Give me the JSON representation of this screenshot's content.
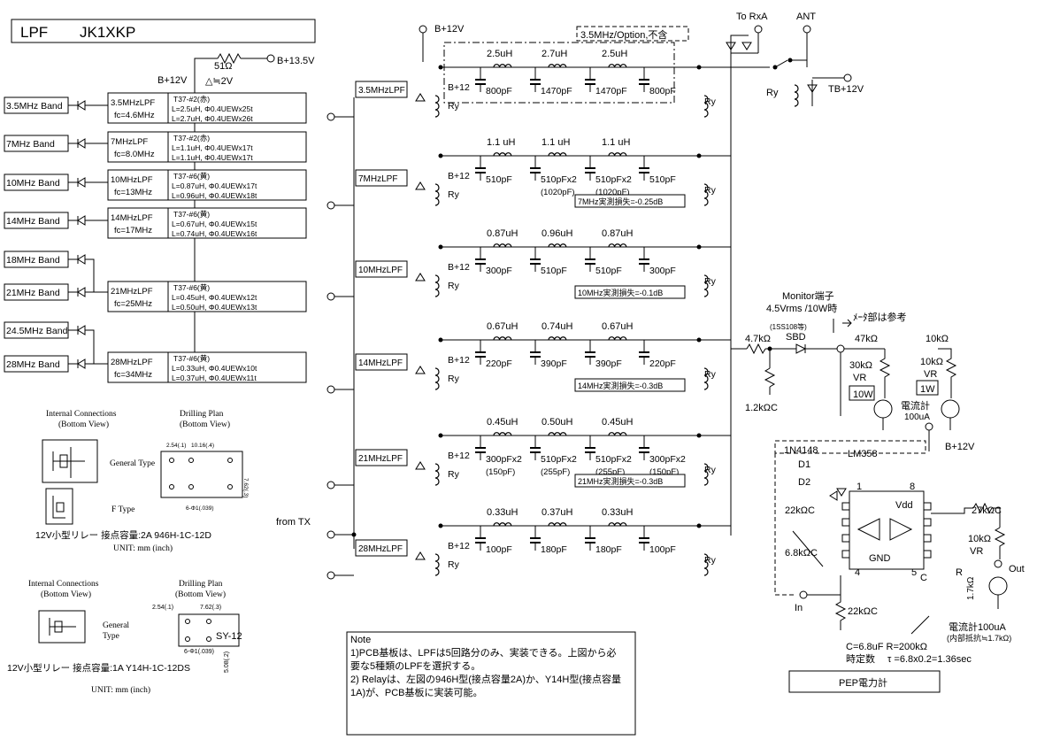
{
  "title": {
    "lpf": "LPF",
    "callsign": "JK1XKP"
  },
  "supply": {
    "b12v": "B+12V",
    "b135v": "B+13.5V",
    "r51": "51Ω",
    "drop": "△≒2V"
  },
  "bands": [
    {
      "band": "3.5MHz Band",
      "lpf": "3.5MHzLPF",
      "fc": "fc=4.6MHz",
      "core": "T37-#2(赤)",
      "l1": "L=2.5uH, Φ0.4UEWx25t",
      "l2": "L=2.7uH, Φ0.4UEWx26t"
    },
    {
      "band": "7MHz Band",
      "lpf": "7MHzLPF",
      "fc": "fc=8.0MHz",
      "core": "T37-#2(赤)",
      "l1": "L=1.1uH, Φ0.4UEWx17t",
      "l2": "L=1.1uH, Φ0.4UEWx17t"
    },
    {
      "band": "10MHz Band",
      "lpf": "10MHzLPF",
      "fc": "fc=13MHz",
      "core": "T37-#6(黄)",
      "l1": "L=0.87uH, Φ0.4UEWx17t",
      "l2": "L=0.96uH, Φ0.4UEWx18t"
    },
    {
      "band": "14MHz Band",
      "lpf": "14MHzLPF",
      "fc": "fc=17MHz",
      "core": "T37-#6(黄)",
      "l1": "L=0.67uH, Φ0.4UEWx15t",
      "l2": "L=0.74uH, Φ0.4UEWx16t"
    },
    {
      "band": "18MHz Band"
    },
    {
      "band": "21MHz Band",
      "lpf": "21MHzLPF",
      "fc": "fc=25MHz",
      "core": "T37-#6(黄)",
      "l1": "L=0.45uH, Φ0.4UEWx12t",
      "l2": "L=0.50uH, Φ0.4UEWx13t"
    },
    {
      "band": "24.5MHz Band"
    },
    {
      "band": "28MHz Band",
      "lpf": "28MHzLPF",
      "fc": "fc=34MHz",
      "core": "T37-#6(黄)",
      "l1": "L=0.33uH, Φ0.4UEWx10t",
      "l2": "L=0.37uH, Φ0.4UEWx11t"
    }
  ],
  "relay1": {
    "internal": "Internal Connections",
    "internal_sub": "(Bottom View)",
    "drill": "Drilling Plan",
    "drill_sub": "(Bottom View)",
    "general": "General Type",
    "ftype": "F Type",
    "dim1": "2.54(.1)",
    "dim2": "10.16(.4)",
    "dim3": "7.62(.3)",
    "dim4": "6-Φ1(.039)",
    "caption": "12V小型リレー  接点容量:2A  946H-1C-12D",
    "unit": "UNIT: mm (inch)"
  },
  "relay2": {
    "internal": "Internal Connections",
    "internal_sub": "(Bottom View)",
    "drill": "Drilling Plan",
    "drill_sub": "(Bottom View)",
    "general": "General",
    "type": "Type",
    "dim1": "2.54(.1)",
    "dim2": "7.62(.3)",
    "dim3": "6-Φ1(.039)",
    "dim4": "5.08(.2)",
    "label": "SY-12",
    "caption": "12V小型リレー  接点容量:1A  Y14H-1C-12DS",
    "unit": "UNIT: mm (inch)"
  },
  "note": {
    "title": "Note",
    "line1": "1)PCB基板は、LPFは5回路分のみ、実装できる。上図から必",
    "line2": "要な5種類のLPFを選択する。",
    "line3": "2) Relayは、左図の946H型(接点容量2A)か、Y14H型(接点容量",
    "line4": "1A)が、PCB基板に実装可能。"
  },
  "lpfs": [
    {
      "name": "3.5MHzLPF",
      "L": [
        "2.5uH",
        "2.7uH",
        "2.5uH"
      ],
      "C": [
        "800pF",
        "1470pF",
        "1470pF",
        "800pF"
      ],
      "loss": ""
    },
    {
      "name": "7MHzLPF",
      "L": [
        "1.1 uH",
        "1.1 uH",
        "1.1 uH"
      ],
      "C": [
        "510pF",
        "510pFx2",
        "510pFx2",
        "510pF"
      ],
      "Csub": [
        "",
        "(1020pF)",
        "(1020pF)",
        ""
      ],
      "loss": "7MHz実測損失=-0.25dB"
    },
    {
      "name": "10MHzLPF",
      "L": [
        "0.87uH",
        "0.96uH",
        "0.87uH"
      ],
      "C": [
        "300pF",
        "510pF",
        "510pF",
        "300pF"
      ],
      "loss": "10MHz実測損失=-0.1dB"
    },
    {
      "name": "14MHzLPF",
      "L": [
        "0.67uH",
        "0.74uH",
        "0.67uH"
      ],
      "C": [
        "220pF",
        "390pF",
        "390pF",
        "220pF"
      ],
      "loss": "14MHz実測損失=-0.3dB"
    },
    {
      "name": "21MHzLPF",
      "L": [
        "0.45uH",
        "0.50uH",
        "0.45uH"
      ],
      "C": [
        "300pFx2",
        "510pFx2",
        "510pFx2",
        "300pFx2"
      ],
      "Csub": [
        "(150pF)",
        "(255pF)",
        "(255pF)",
        "(150pF)"
      ],
      "loss": "21MHz実測損失=-0.3dB"
    },
    {
      "name": "28MHzLPF",
      "L": [
        "0.33uH",
        "0.37uH",
        "0.33uH"
      ],
      "C": [
        "100pF",
        "180pF",
        "180pF",
        "100pF"
      ],
      "loss": ""
    }
  ],
  "main": {
    "b12v": "B+12V",
    "b12": "B+12",
    "ry": "Ry",
    "option": "3.5MHz/Option,不含",
    "from_tx": "from TX",
    "to_rxa": "To RxA",
    "ant": "ANT",
    "tb12v": "TB+12V"
  },
  "meter": {
    "monitor": "Monitor端子",
    "monitor_sub": "4.5Vrms /10W時",
    "meter_ref": "ﾒｰﾀ部は参考",
    "diode_part": "(1SS108等)",
    "sbd": "SBD",
    "r47k_a": "4.7kΩ",
    "r12k": "1.2kΩC",
    "r47k_b": "47kΩ",
    "r30k": "30kΩ",
    "vr": "VR",
    "ten_w": "10W",
    "r10k_a": "10kΩ",
    "r10k_b": "10kΩ",
    "one_w": "1W",
    "ammeter": "電流計",
    "ammeter_val": "100uA"
  },
  "pep": {
    "b12v": "B+12V",
    "diode": "1N4148",
    "lm358": "LM358",
    "d1": "D1",
    "d2": "D2",
    "r22k_a": "22kΩC",
    "r68k": "6.8kΩC",
    "pin1": "1",
    "pin8": "8",
    "vdd": "Vdd",
    "gnd": "GND",
    "pin4": "4",
    "pin5": "5",
    "c": "C",
    "r": "R",
    "r27k": "27kΩC",
    "r10k": "10kΩ",
    "vr": "VR",
    "r17k": "1.7kΩ",
    "out": "Out",
    "in": "In",
    "r22k_b": "22kΩC",
    "cval": "C=6.8uF   R=200kΩ",
    "tc_label": "時定数",
    "tc": "τ =6.8x0.2=1.36sec",
    "ammeter": "電流計100uA",
    "ammeter_sub": "(内部抵抗≒1.7kΩ)",
    "title": "PEP電力計"
  }
}
